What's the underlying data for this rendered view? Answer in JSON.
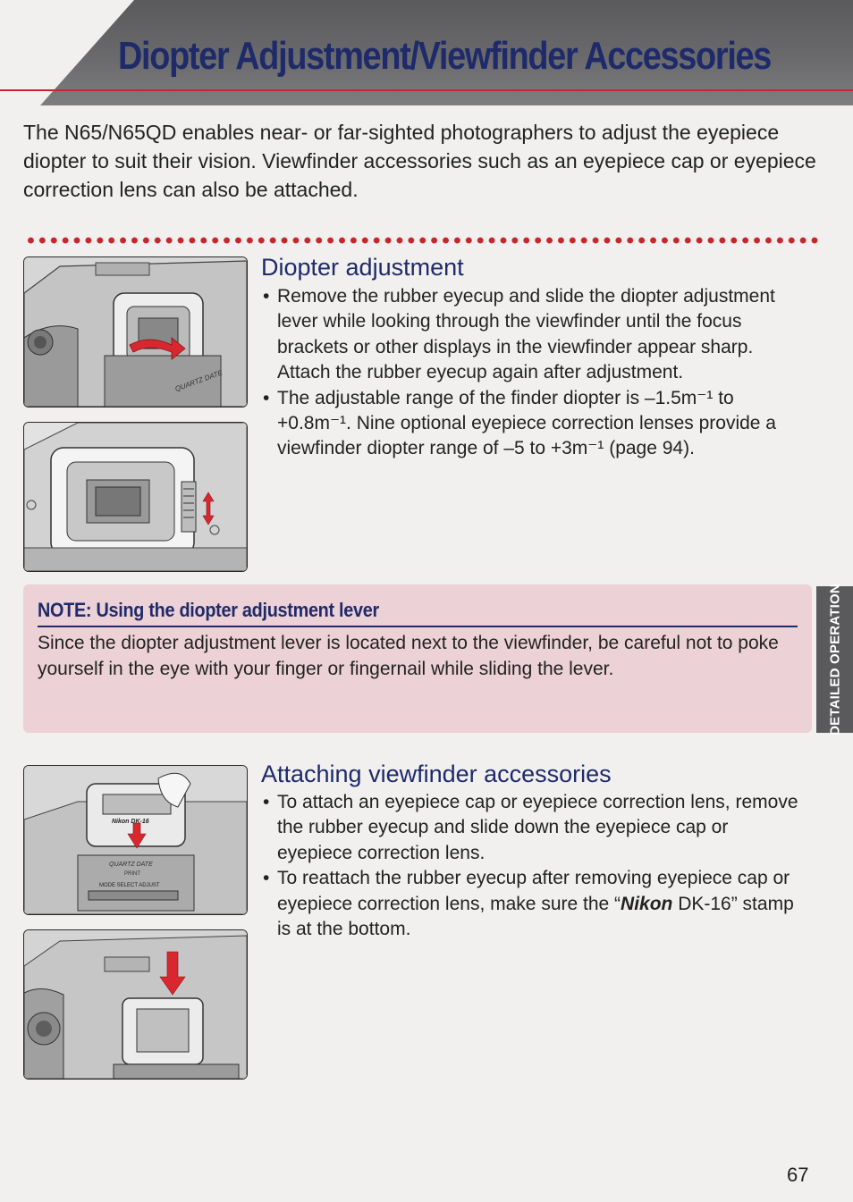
{
  "title": "Diopter Adjustment/Viewfinder Accessories",
  "intro": "The N65/N65QD enables near- or far-sighted photographers to adjust the eyepiece diopter to suit their vision. Viewfinder accessories such as an eyepiece cap or eyepiece correction lens can also be attached.",
  "diopter_section": {
    "heading": "Diopter adjustment",
    "bullets": [
      "Remove the rubber eyecup and slide the diopter adjustment lever while looking through the viewfinder until the focus brackets or other displays in the viewfinder appear sharp. Attach the rubber eyecup again after adjustment.",
      "The adjustable range of the finder diopter is –1.5m⁻¹ to +0.8m⁻¹. Nine optional eyepiece correction lenses provide a viewfinder diopter range of –5 to +3m⁻¹ (page 94)."
    ]
  },
  "note": {
    "title": "NOTE: Using the diopter adjustment lever",
    "text": "Since the diopter adjustment lever is located next to the viewfinder, be careful not to poke yourself in the eye with your finger or fingernail while sliding the lever."
  },
  "side_tab": "DETAILED OPERATION",
  "accessories_section": {
    "heading": "Attaching viewfinder accessories",
    "bullets": [
      "To attach an eyepiece cap or eyepiece correction lens, remove the rubber eyecup and slide down the eyepiece cap or eyepiece correction lens."
    ],
    "bullet2_before": "To reattach the rubber eyecup after removing eyepiece cap or eyepiece correction lens, make sure the “",
    "bullet2_brand": "Nikon",
    "bullet2_after": " DK-16” stamp is at the bottom."
  },
  "illustration_labels": {
    "quartz_date": "QUARTZ DATE",
    "nikon_dk16": "Nikon DK-16",
    "print": "PRINT",
    "mode_select_adjust": "MODE SELECT ADJUST"
  },
  "colors": {
    "accent_red": "#c8262d",
    "navy": "#1e2a6a",
    "header_gray": "#5a5a5c",
    "note_pink": "#ecd1d6"
  },
  "page_number": "67"
}
